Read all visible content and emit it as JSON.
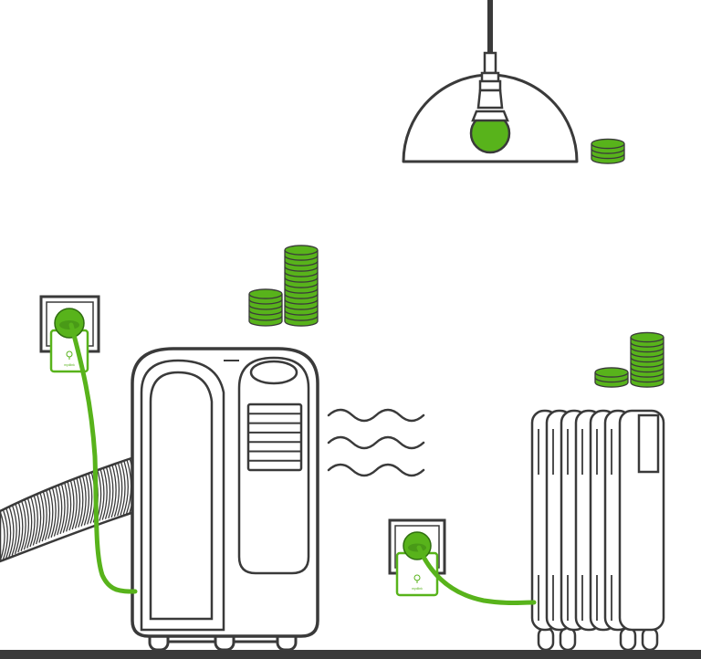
{
  "scene": {
    "stroke_color": "#3a3a3a",
    "accent_color": "#58b31b",
    "accent_dark": "#2f6e10",
    "floor_color": "#3a3a3a"
  },
  "items": {
    "lamp": {
      "icon": "pendant-lamp-icon",
      "cost_stack": "coin-stack-small"
    },
    "air_conditioner": {
      "icon": "portable-air-conditioner-icon",
      "cost_stack": "coin-stack-large"
    },
    "radiator": {
      "icon": "oil-radiator-icon",
      "cost_stack": "coin-stack-medium"
    }
  },
  "smart_plugs": [
    {
      "icon": "smart-plug-icon",
      "label": "mydlink"
    },
    {
      "icon": "smart-plug-icon",
      "label": "mydlink"
    }
  ]
}
